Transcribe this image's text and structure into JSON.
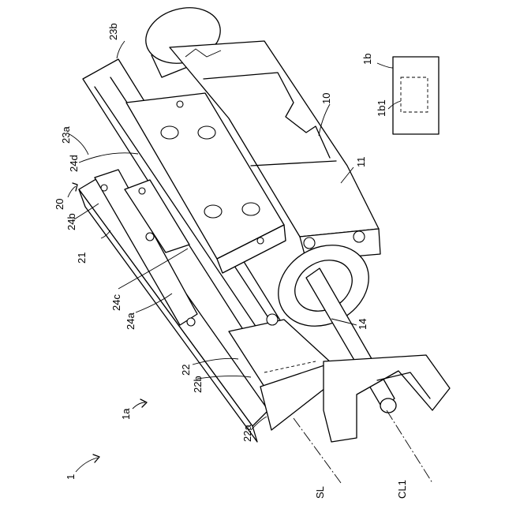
{
  "labels": {
    "l23b": "23b",
    "l1b": "1b",
    "l1b1": "1b1",
    "l10": "10",
    "l11": "11",
    "l23a": "23a",
    "l24d": "24d",
    "l20": "20",
    "l24b": "24b",
    "l21": "21",
    "l24c": "24c",
    "l24a": "24a",
    "l14": "14",
    "l22": "22",
    "l22b": "22b",
    "l1a": "1a",
    "l22a": "22a",
    "l1": "1",
    "lSL": "SL",
    "lCL1": "CL1"
  }
}
